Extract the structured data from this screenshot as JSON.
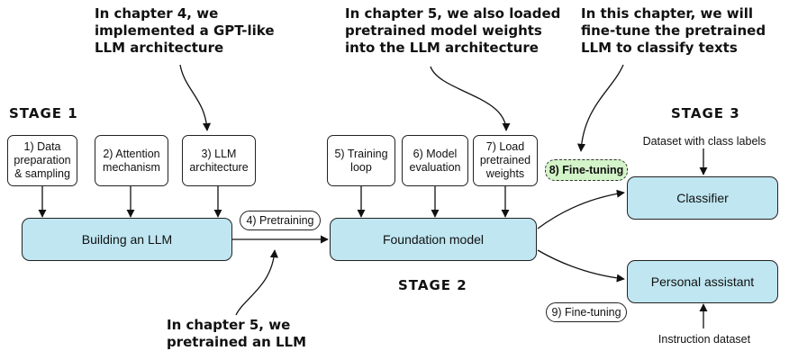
{
  "annotations": {
    "chapter4": [
      "In chapter 4, we",
      "implemented a GPT-like",
      "LLM architecture"
    ],
    "chapter5_weights": [
      "In chapter 5, we also loaded",
      "pretrained model weights",
      "into the LLM architecture"
    ],
    "this_chapter": [
      "In this chapter, we will",
      "fine-tune the pretrained",
      "LLM to classify texts"
    ],
    "chapter5_pretrain": [
      "In chapter 5, we",
      "pretrained an LLM"
    ]
  },
  "stages": {
    "stage1": "STAGE 1",
    "stage2": "STAGE 2",
    "stage3": "STAGE 3"
  },
  "steps": {
    "s1": [
      "1) Data",
      "preparation",
      "& sampling"
    ],
    "s2": [
      "2) Attention",
      "mechanism"
    ],
    "s3": [
      "3) LLM",
      "architecture"
    ],
    "s4": "4) Pretraining",
    "s5": [
      "5) Training",
      "loop"
    ],
    "s6": [
      "6) Model",
      "evaluation"
    ],
    "s7": [
      "7) Load",
      "pretrained",
      "weights"
    ],
    "s8": "8) Fine-tuning",
    "s9": "9) Fine-tuning"
  },
  "main_boxes": {
    "building": "Building an LLM",
    "foundation": "Foundation model",
    "classifier": "Classifier",
    "assistant": "Personal assistant"
  },
  "inputs": {
    "class_labels": "Dataset with class labels",
    "instruction": "Instruction dataset"
  },
  "colors": {
    "main_fill": "#bfe6f1",
    "finetune_fill": "#d3f3c8"
  }
}
